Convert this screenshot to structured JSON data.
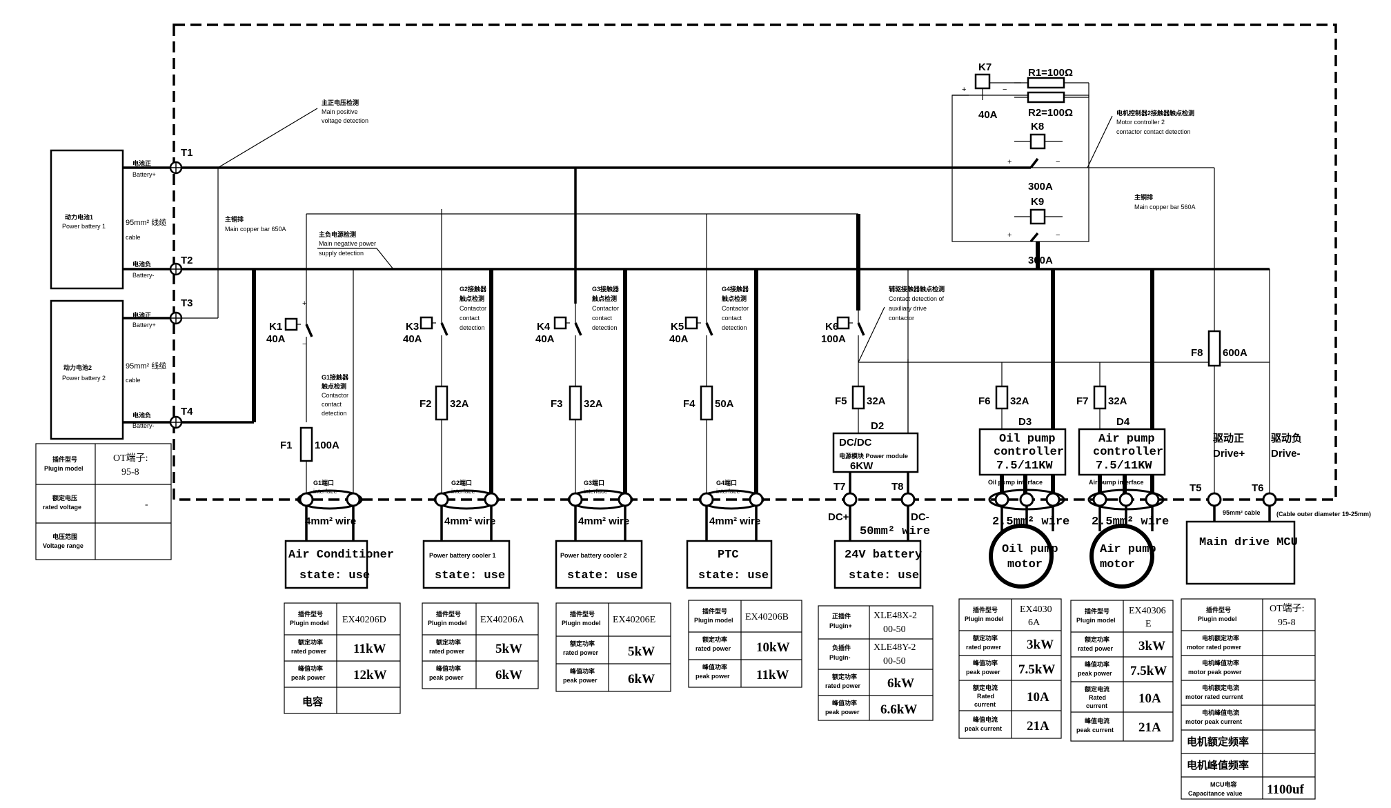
{
  "terminals": {
    "t1": "T1",
    "t2": "T2",
    "t3": "T3",
    "t4": "T4",
    "t5": "T5",
    "t6": "T6",
    "t7": "T7",
    "t8": "T8"
  },
  "battery1": {
    "cn": "动力电池1",
    "en": "Power battery 1",
    "pos_cn": "电池正",
    "pos_en": "Battery+",
    "neg_cn": "电池负",
    "neg_en": "Battery-",
    "cable": "95mm² 线缆",
    "cable_en": "cable"
  },
  "battery2": {
    "cn": "动力电池2",
    "en": "Power battery 2",
    "pos_cn": "电池正",
    "pos_en": "Battery+",
    "neg_cn": "电池负",
    "neg_en": "Battery-",
    "cable": "95mm² 线缆",
    "cable_en": "cable"
  },
  "notes": {
    "main_pos_cn": "主正电压检测",
    "main_pos_en1": "Main positive",
    "main_pos_en2": "voltage detection",
    "bar650_cn": "主铜排",
    "bar650_en": "Main copper bar 650A",
    "main_neg_cn": "主负电源检测",
    "main_neg_en1": "Main negative power",
    "main_neg_en2": "supply detection",
    "bar560_cn": "主铜排",
    "bar560_en": "Main copper bar 560A",
    "mc2_cn": "电机控制器2接触器触点检测",
    "mc2_en1": "Motor controller 2",
    "mc2_en2": "contactor contact detection",
    "aux_cn": "辅驱接触器触点检测",
    "aux_en1": "Contact detection of",
    "aux_en2": "auxiliary drive",
    "aux_en3": "contactor",
    "g1_cn1": "G1接触器",
    "g1_cn2": "触点检测",
    "g1_en1": "Contactor",
    "g1_en2": "contact",
    "g1_en3": "detection",
    "g2_cn1": "G2接触器",
    "g2_cn2": "触点检测",
    "g2_en1": "Contactor",
    "g2_en2": "contact",
    "g2_en3": "detection",
    "g3_cn1": "G3接触器",
    "g3_cn2": "触点检测",
    "g3_en1": "Contactor",
    "g3_en2": "contact",
    "g3_en3": "detection",
    "g4_cn1": "G4接触器",
    "g4_cn2": "触点检测",
    "g4_en1": "Contactor",
    "g4_en2": "contact",
    "g4_en3": "detection",
    "cable_outer": "(Cable outer diameter 19-25mm)"
  },
  "relays": {
    "k1": "K1",
    "k1a": "40A",
    "k3": "K3",
    "k3a": "40A",
    "k4": "K4",
    "k4a": "40A",
    "k5": "K5",
    "k5a": "40A",
    "k6": "K6",
    "k6a": "100A",
    "k7": "K7",
    "k7a": "40A",
    "k8": "K8",
    "k8a": "300A",
    "k9": "K9",
    "k9a": "300A",
    "r1": "R1=100Ω",
    "r2": "R2=100Ω"
  },
  "fuses": {
    "f1": "F1",
    "f1a": "100A",
    "f2": "F2",
    "f2a": "32A",
    "f3": "F3",
    "f3a": "32A",
    "f4": "F4",
    "f4a": "50A",
    "f5": "F5",
    "f5a": "32A",
    "f6": "F6",
    "f6a": "32A",
    "f7": "F7",
    "f7a": "32A",
    "f8": "F8",
    "f8a": "600A"
  },
  "interfaces": {
    "g1": "G1端口",
    "g2": "G2端口",
    "g3": "G3端口",
    "g4": "G4端口",
    "en": "interface",
    "oil": "Oil pump interface",
    "air": "Air pump interface"
  },
  "wires": {
    "w4": "4mm² wire",
    "w2": "2.5mm² wire",
    "w50": "50mm² wire",
    "dcp": "DC+",
    "dcm": "DC-",
    "drive95": "95mm² cable"
  },
  "loads": {
    "ac_title": "Air Conditioner",
    "ac_state": "state: use",
    "c1_title": "Power battery cooler 1",
    "c1_state": "state: use",
    "c2_title": "Power battery cooler 2",
    "c2_state": "state: use",
    "ptc_title": "PTC",
    "ptc_state": "state: use",
    "b24_title": "24V battery",
    "b24_state": "state: use",
    "mcu_title": "Main drive MCU",
    "oil_motor1": "Oil pump",
    "oil_motor2": "motor",
    "air_motor1": "Air pump",
    "air_motor2": "motor"
  },
  "controllers": {
    "d2": "D2",
    "d2_t1": "DC/DC",
    "d2_t2": "电源模块 Power module",
    "d2_t3": "6KW",
    "d3": "D3",
    "d3_t1": "Oil pump",
    "d3_t2": "controller",
    "d3_t3": "7.5/11KW",
    "d4": "D4",
    "d4_t1": "Air pump",
    "d4_t2": "controller",
    "d4_t3": "7.5/11KW",
    "drive_pos_cn": "驱动正",
    "drive_pos_en": "Drive+",
    "drive_neg_cn": "驱动负",
    "drive_neg_en": "Drive-"
  },
  "table_batt": {
    "r1_cn": "插件型号",
    "r1_en": "Plugin model",
    "r1_v1": "OT端子:",
    "r1_v2": "95-8",
    "r2_cn": "额定电压",
    "r2_en": "rated voltage",
    "r2_v": "-",
    "r3_cn": "电压范围",
    "r3_en": "Voltage range",
    "r3_v": ""
  },
  "table_ac": {
    "r1_cn": "插件型号",
    "r1_en": "Plugin model",
    "r1_v": "EX40206D",
    "r2_cn": "额定功率",
    "r2_en": "rated power",
    "r2_v": "11kW",
    "r3_cn": "峰值功率",
    "r3_en": "peak power",
    "r3_v": "12kW",
    "r4_cn": "电容",
    "r4_v": ""
  },
  "table_c1": {
    "r1_cn": "插件型号",
    "r1_en": "Plugin model",
    "r1_v": "EX40206A",
    "r2_cn": "额定功率",
    "r2_en": "rated power",
    "r2_v": "5kW",
    "r3_cn": "峰值功率",
    "r3_en": "peak power",
    "r3_v": "6kW"
  },
  "table_c2": {
    "r1_cn": "插件型号",
    "r1_en": "Plugin model",
    "r1_v": "EX40206E",
    "r2_cn": "额定功率",
    "r2_en": "rated power",
    "r2_v": "5kW",
    "r3_cn": "峰值功率",
    "r3_en": "peak power",
    "r3_v": "6kW"
  },
  "table_ptc": {
    "r1_cn": "插件型号",
    "r1_en": "Plugin model",
    "r1_v": "EX40206B",
    "r2_cn": "额定功率",
    "r2_en": "rated power",
    "r2_v": "10kW",
    "r3_cn": "峰值功率",
    "r3_en": "peak power",
    "r3_v": "11kW"
  },
  "table_dc": {
    "r1_cn": "正插件",
    "r1_en": "Plugin+",
    "r1_v1": "XLE48X-2",
    "r1_v2": "00-50",
    "r2_cn": "负插件",
    "r2_en": "Plugin-",
    "r2_v1": "XLE48Y-2",
    "r2_v2": "00-50",
    "r3_cn": "额定功率",
    "r3_en": "rated power",
    "r3_v": "6kW",
    "r4_cn": "峰值功率",
    "r4_en": "peak power",
    "r4_v": "6.6kW"
  },
  "table_oil": {
    "r1_cn": "插件型号",
    "r1_en": "Plugin model",
    "r1_v1": "EX4030",
    "r1_v2": "6A",
    "r2_cn": "额定功率",
    "r2_en": "rated power",
    "r2_v": "3kW",
    "r3_cn": "峰值功率",
    "r3_en": "peak power",
    "r3_v": "7.5kW",
    "r4_cn": "额定电流",
    "r4_en1": "Rated",
    "r4_en2": "current",
    "r4_v": "10A",
    "r5_cn": "峰值电流",
    "r5_en": "peak current",
    "r5_v": "21A"
  },
  "table_air": {
    "r1_cn": "插件型号",
    "r1_en": "Plugin model",
    "r1_v1": "EX40306",
    "r1_v2": "E",
    "r2_cn": "额定功率",
    "r2_en": "rated power",
    "r2_v": "3kW",
    "r3_cn": "峰值功率",
    "r3_en": "peak power",
    "r3_v": "7.5kW",
    "r4_cn": "额定电流",
    "r4_en1": "Rated",
    "r4_en2": "current",
    "r4_v": "10A",
    "r5_cn": "峰值电流",
    "r5_en": "peak current",
    "r5_v": "21A"
  },
  "table_mcu": {
    "r1_cn": "插件型号",
    "r1_en": "Plugin model",
    "r1_v1": "OT端子:",
    "r1_v2": "95-8",
    "r2_cn": "电机额定功率",
    "r2_en": "motor rated power",
    "r3_cn": "电机峰值功率",
    "r3_en": "motor peak power",
    "r4_cn": "电机额定电流",
    "r4_en": "motor rated current",
    "r5_cn": "电机峰值电流",
    "r5_en": "motor peak current",
    "r6_cn": "电机额定频率",
    "r7_cn": "电机峰值频率",
    "r8_cn": "MCU电容",
    "r8_en": "Capacitance value",
    "r8_v": "1100uf"
  }
}
